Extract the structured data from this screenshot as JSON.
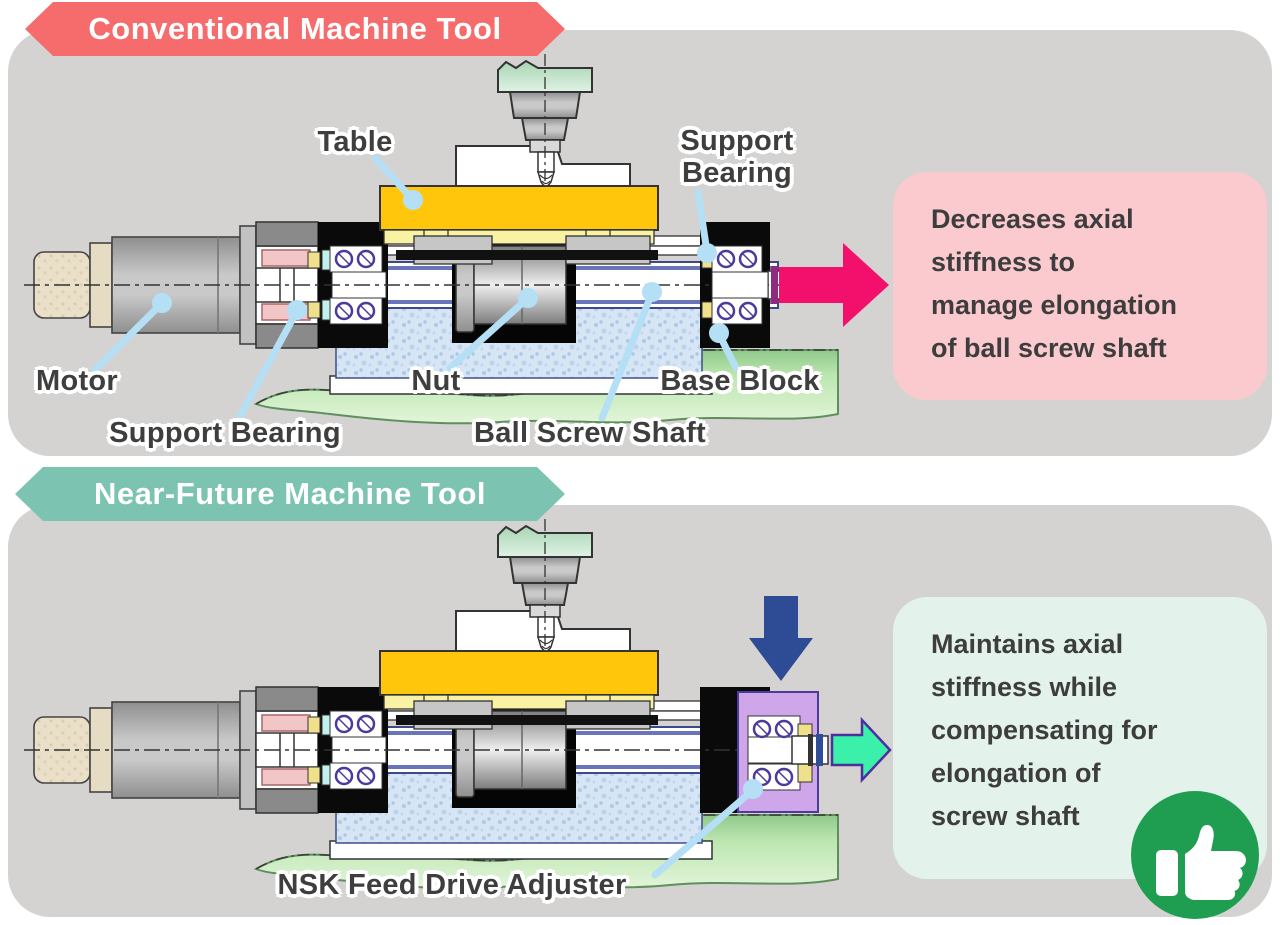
{
  "page": {
    "background_color": "#FFFFFF",
    "panel_color": "#D5D3D1"
  },
  "top_section": {
    "banner": {
      "label": "Conventional Machine Tool",
      "color": "#F66B6B"
    },
    "labels": {
      "table": "Table",
      "support_bearing_top": "Support\nBearing",
      "motor": "Motor",
      "support_bearing_bottom": "Support Bearing",
      "nut": "Nut",
      "ball_screw_shaft": "Ball Screw Shaft",
      "base_block": "Base Block"
    },
    "callout": {
      "text": "Decreases axial\nstiffness to\nmanage elongation\nof ball screw shaft",
      "background": "#FBCACF",
      "arrow_color": "#F2106C"
    }
  },
  "bottom_section": {
    "banner": {
      "label": "Near-Future Machine Tool",
      "color": "#7CC3B1"
    },
    "labels": {
      "adjuster": "NSK Feed Drive Adjuster"
    },
    "callout": {
      "text": "Maintains axial\nstiffness while\ncompensating for\nelongation of\nscrew shaft",
      "background": "#E3F2EB",
      "arrow_color": "#3BF0A8"
    },
    "icons": {
      "down_arrow_color": "#2E4C96",
      "thumbs_up_badge_color": "#1F9E52"
    }
  }
}
